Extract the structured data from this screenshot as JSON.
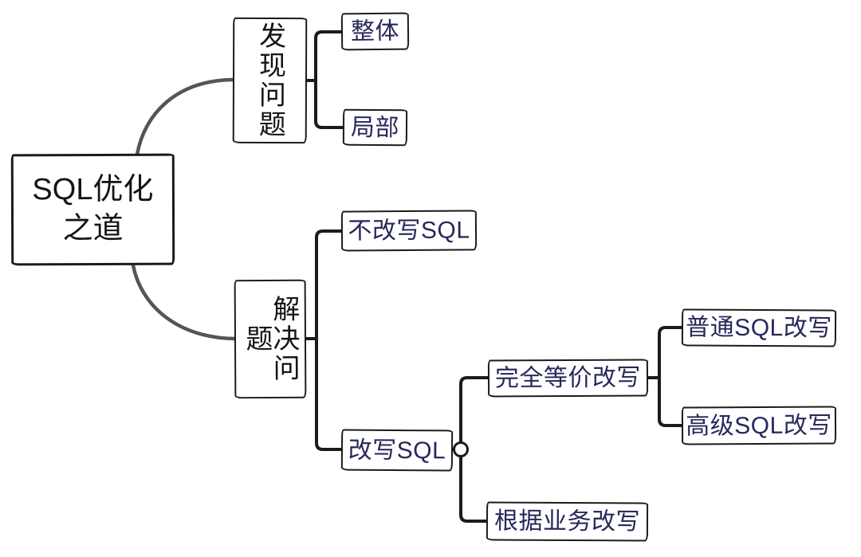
{
  "tree": {
    "label": "SQL优化\n之道",
    "children": [
      {
        "label": "发现问题",
        "children": [
          {
            "label": "整体"
          },
          {
            "label": "局部"
          }
        ]
      },
      {
        "label": "解决问题",
        "children": [
          {
            "label": "不改写SQL"
          },
          {
            "label": "改写SQL",
            "children": [
              {
                "label": "完全等价改写",
                "children": [
                  {
                    "label": "普通SQL改写"
                  },
                  {
                    "label": "高级SQL改写"
                  }
                ]
              },
              {
                "label": "根据业务改写"
              }
            ]
          }
        ]
      }
    ]
  },
  "icons": {
    "rewrite_branch_toggle": "collapse-toggle-circle"
  },
  "colors": {
    "node_border": "#1b1b1b",
    "root_and_branch_text": "#141414",
    "leaf_text": "#28285c",
    "root_connector": "#555555",
    "child_connector": "#1b1b1b",
    "background": "#ffffff"
  }
}
